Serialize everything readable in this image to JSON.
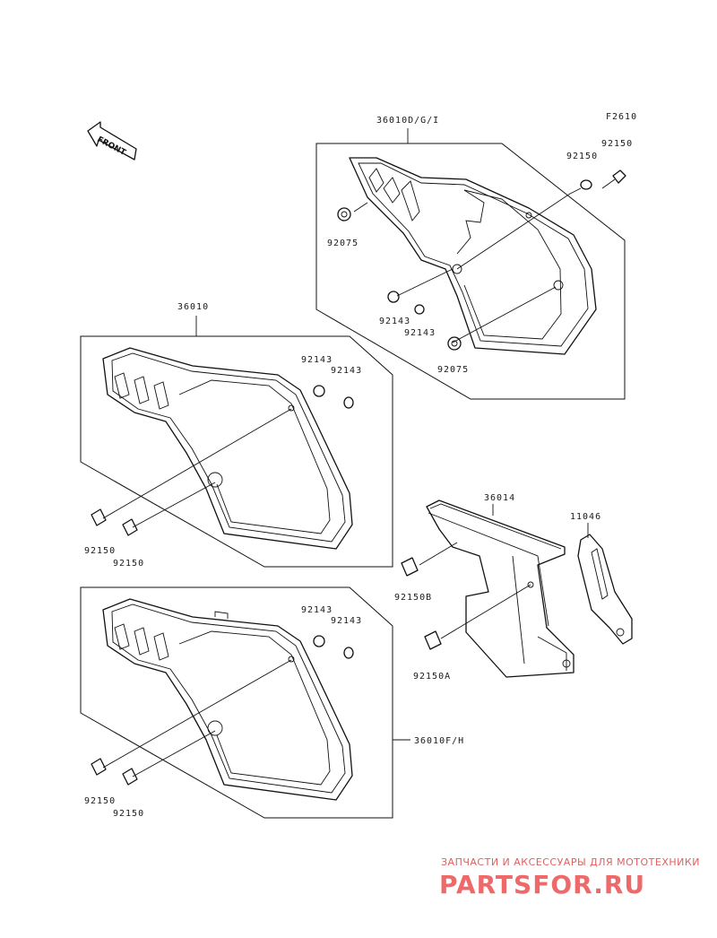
{
  "figure_code": "F2610",
  "front_arrow_text": "FRONT",
  "parts": {
    "p36010dgi": "36010D/G/I",
    "p36010": "36010",
    "p36010fh": "36010F/H",
    "p36014": "36014",
    "p11046": "11046",
    "p92150_a": "92150",
    "p92150_b": "92150",
    "p92075_a": "92075",
    "p92075_b": "92075",
    "p92143_a": "92143",
    "p92143_b": "92143",
    "p92143_c": "92143",
    "p92143_d": "92143",
    "p92150_c": "92150",
    "p92150_d": "92150",
    "p92143_e": "92143",
    "p92143_f": "92143",
    "p92150_e": "92150",
    "p92150_f": "92150",
    "p92150B": "92150B",
    "p92150A": "92150A"
  },
  "watermark": {
    "subtitle": "ЗАПЧАСТИ И АКСЕССУАРЫ ДЛЯ МОТОТЕХНИКИ",
    "brand": "PARTSFOR.RU"
  }
}
